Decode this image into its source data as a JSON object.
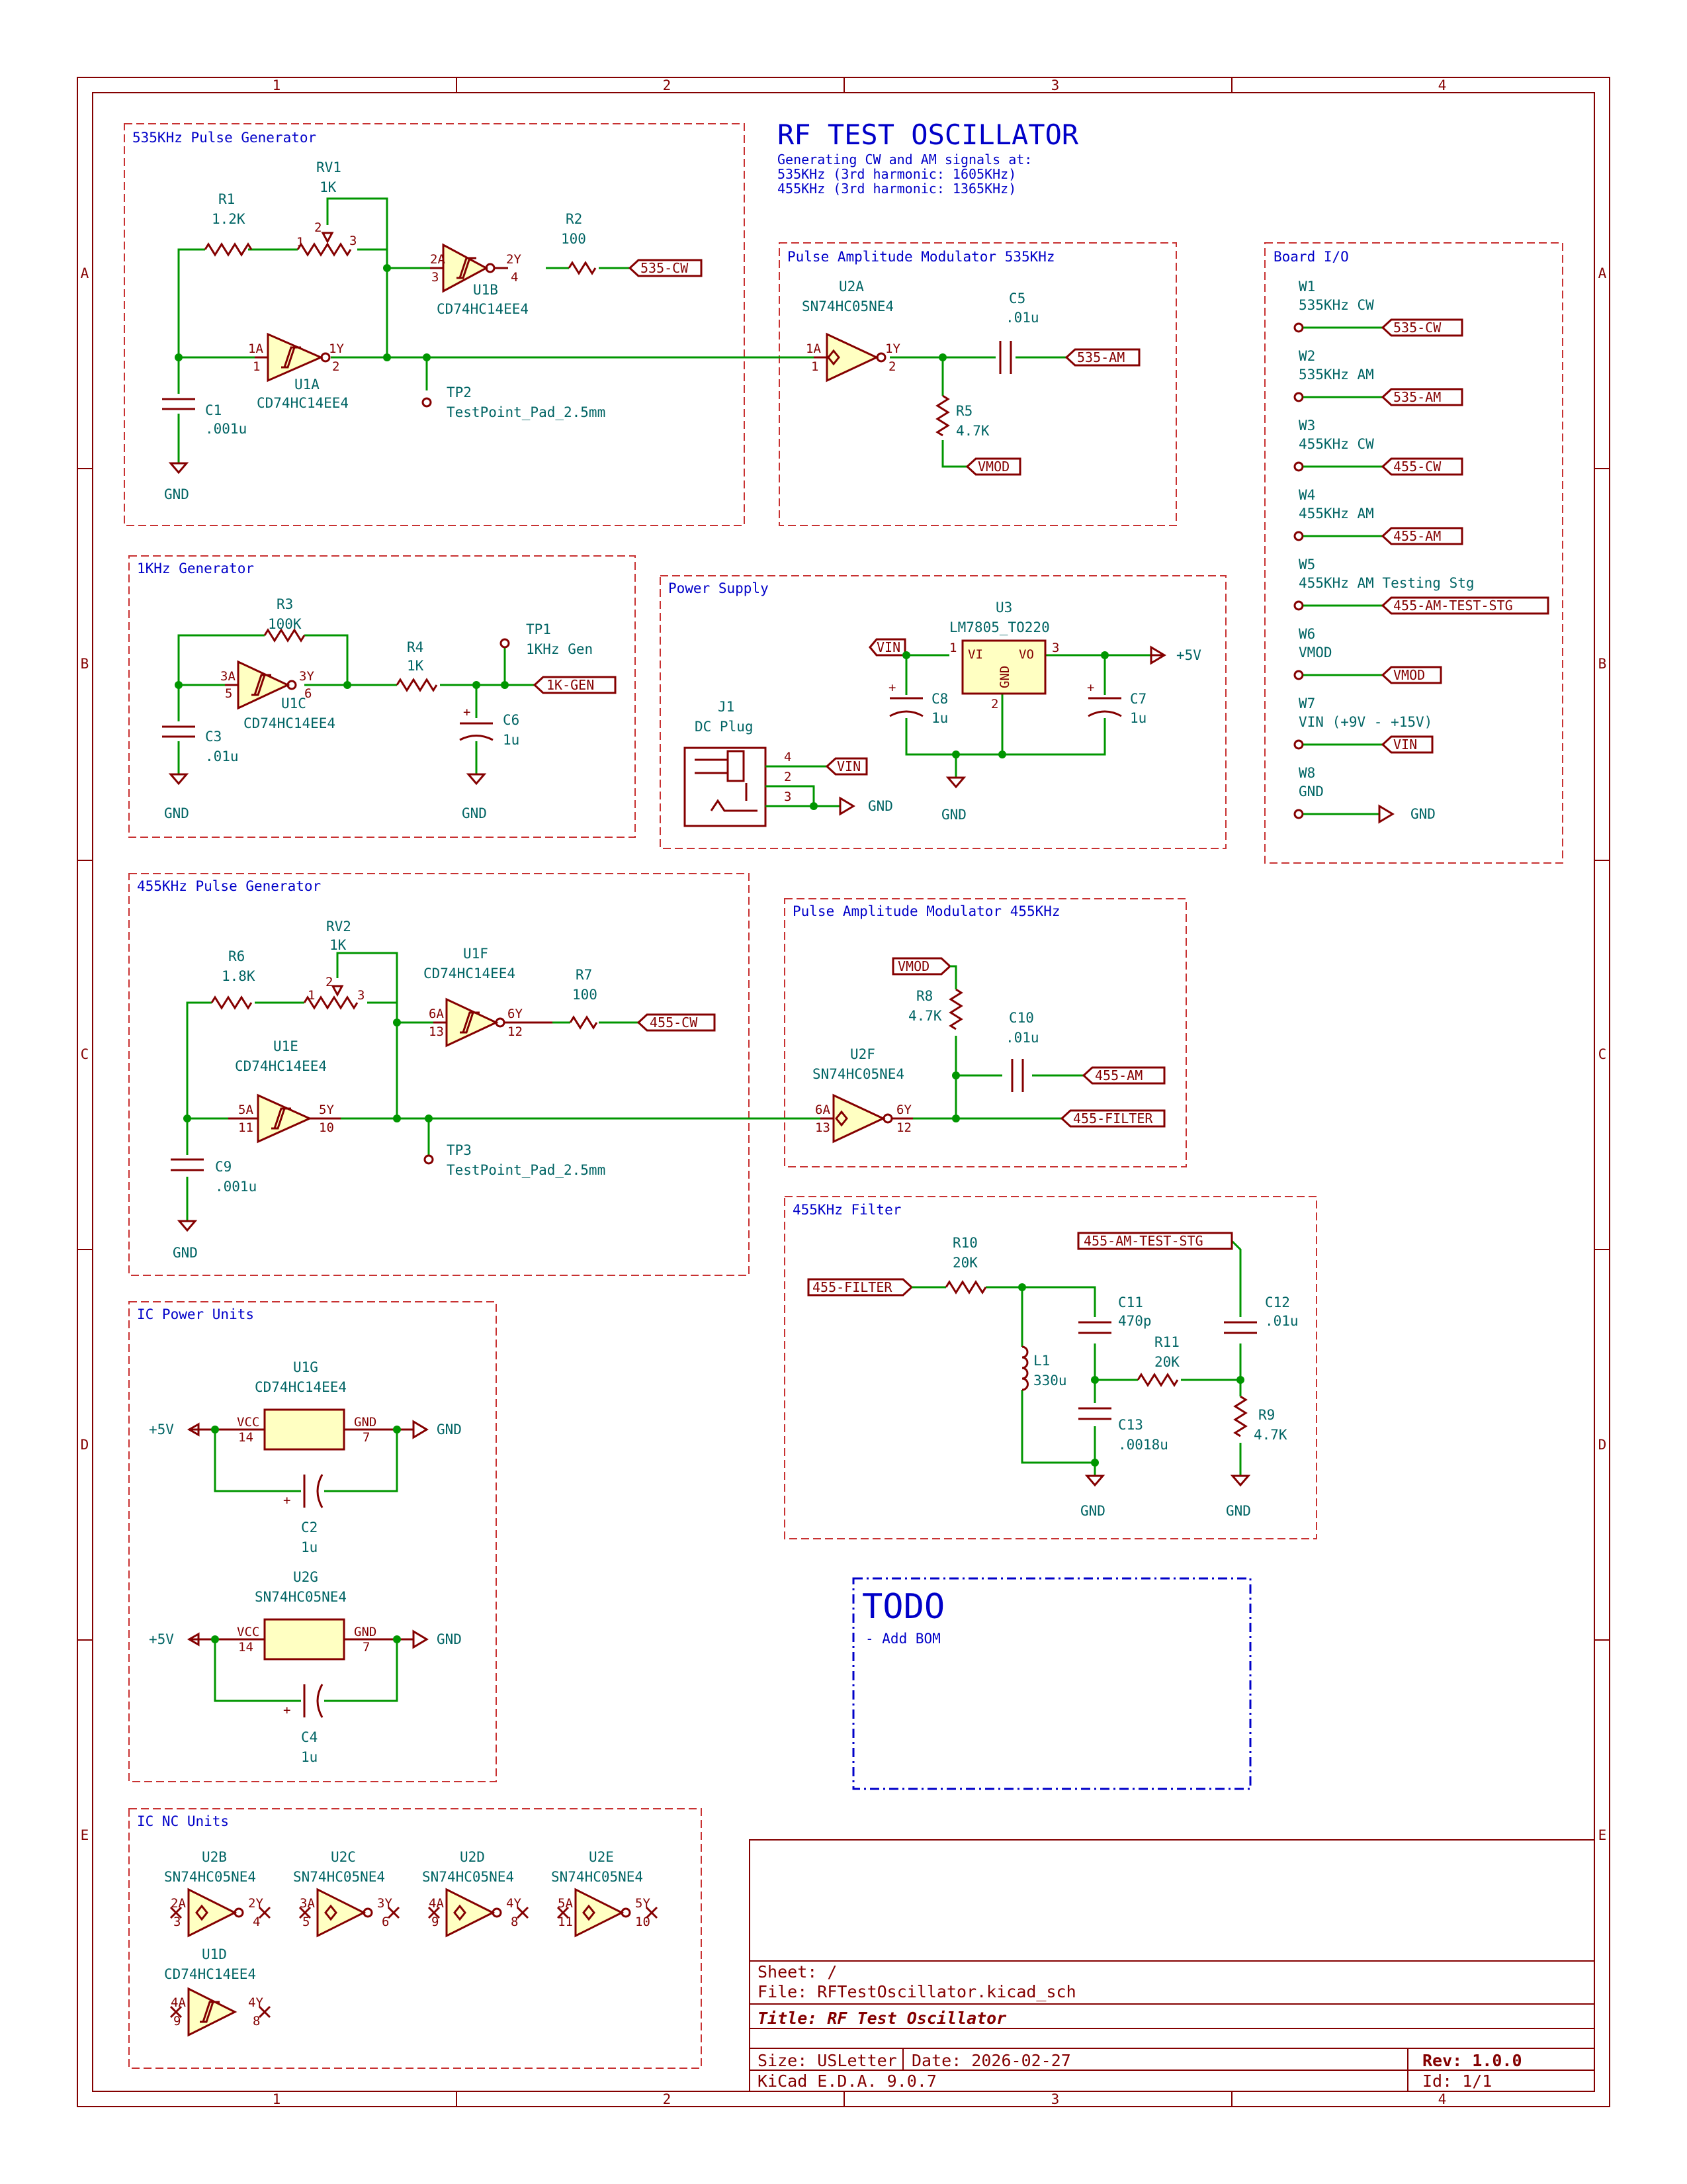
{
  "title_block": {
    "main_title": "RF TEST OSCILLATOR",
    "subtitle_lines": [
      "Generating CW and AM signals at:",
      "535KHz (3rd harmonic: 1605KHz)",
      "455KHz (3rd harmonic: 1365KHz)"
    ],
    "sheet": "Sheet: /",
    "file": "File: RFTestOscillator.kicad_sch",
    "title": "Title: RF Test Oscillator",
    "size": "Size: USLetter",
    "date": "Date: 2026-02-27",
    "rev": "Rev: 1.0.0",
    "tool": "KiCad E.D.A. 9.0.7",
    "id": "Id: 1/1"
  },
  "border": {
    "columns": [
      "1",
      "2",
      "3",
      "4"
    ],
    "rows": [
      "A",
      "B",
      "C",
      "D",
      "E"
    ]
  },
  "sections": {
    "s535": "535KHz Pulse Generator",
    "pam535": "Pulse Amplitude Modulator 535KHz",
    "board_io": "Board I/O",
    "gen1k": "1KHz Generator",
    "power": "Power Supply",
    "s455": "455KHz Pulse Generator",
    "pam455": "Pulse Amplitude Modulator 455KHz",
    "filter": "455KHz Filter",
    "icpower": "IC Power Units",
    "icnc": "IC NC Units"
  },
  "todo": {
    "title": "TODO",
    "item": "- Add BOM"
  },
  "labels": {
    "cw535": "535-CW",
    "am535": "535-AM",
    "vmod": "VMOD",
    "gen1k": "1K-GEN",
    "vin": "VIN",
    "cw455": "455-CW",
    "am455": "455-AM",
    "filt455": "455-FILTER",
    "amtest": "455-AM-TEST-STG",
    "gnd": "GND",
    "p5v": "+5V"
  },
  "board_io": [
    {
      "ref": "W1",
      "desc": "535KHz CW",
      "label": "535-CW"
    },
    {
      "ref": "W2",
      "desc": "535KHz AM",
      "label": "535-AM"
    },
    {
      "ref": "W3",
      "desc": "455KHz CW",
      "label": "455-CW"
    },
    {
      "ref": "W4",
      "desc": "455KHz AM",
      "label": "455-AM"
    },
    {
      "ref": "W5",
      "desc": "455KHz AM Testing Stg",
      "label": "455-AM-TEST-STG"
    },
    {
      "ref": "W6",
      "desc": "VMOD",
      "label": "VMOD"
    },
    {
      "ref": "W7",
      "desc": "VIN (+9V - +15V)",
      "label": "VIN"
    },
    {
      "ref": "W8",
      "desc": "GND",
      "label": "GND"
    }
  ],
  "parts": {
    "R1": {
      "ref": "R1",
      "val": "1.2K"
    },
    "RV1": {
      "ref": "RV1",
      "val": "1K"
    },
    "R2": {
      "ref": "R2",
      "val": "100"
    },
    "U1A": {
      "ref": "U1A",
      "val": "CD74HC14EE4"
    },
    "U1B": {
      "ref": "U1B",
      "val": "CD74HC14EE4"
    },
    "C1": {
      "ref": "C1",
      "val": ".001u"
    },
    "TP2": {
      "ref": "TP2",
      "val": "TestPoint_Pad_2.5mm"
    },
    "U2A": {
      "ref": "U2A",
      "val": "SN74HC05NE4"
    },
    "C5": {
      "ref": "C5",
      "val": ".01u"
    },
    "R5": {
      "ref": "R5",
      "val": "4.7K"
    },
    "R3": {
      "ref": "R3",
      "val": "100K"
    },
    "R4": {
      "ref": "R4",
      "val": "1K"
    },
    "TP1": {
      "ref": "TP1",
      "val": "1KHz Gen"
    },
    "U1C": {
      "ref": "U1C",
      "val": "CD74HC14EE4"
    },
    "C3": {
      "ref": "C3",
      "val": ".01u"
    },
    "C6": {
      "ref": "C6",
      "val": "1u"
    },
    "U3": {
      "ref": "U3",
      "val": "LM7805_TO220"
    },
    "C8": {
      "ref": "C8",
      "val": "1u"
    },
    "C7": {
      "ref": "C7",
      "val": "1u"
    },
    "J1": {
      "ref": "J1",
      "val": "DC Plug"
    },
    "R6": {
      "ref": "R6",
      "val": "1.8K"
    },
    "RV2": {
      "ref": "RV2",
      "val": "1K"
    },
    "U1F": {
      "ref": "U1F",
      "val": "CD74HC14EE4"
    },
    "R7": {
      "ref": "R7",
      "val": "100"
    },
    "U1E": {
      "ref": "U1E",
      "val": "CD74HC14EE4"
    },
    "C9": {
      "ref": "C9",
      "val": ".001u"
    },
    "TP3": {
      "ref": "TP3",
      "val": "TestPoint_Pad_2.5mm"
    },
    "R8": {
      "ref": "R8",
      "val": "4.7K"
    },
    "C10": {
      "ref": "C10",
      "val": ".01u"
    },
    "U2F": {
      "ref": "U2F",
      "val": "SN74HC05NE4"
    },
    "R10": {
      "ref": "R10",
      "val": "20K"
    },
    "C11": {
      "ref": "C11",
      "val": "470p"
    },
    "C12": {
      "ref": "C12",
      "val": ".01u"
    },
    "L1": {
      "ref": "L1",
      "val": "330u"
    },
    "R11": {
      "ref": "R11",
      "val": "20K"
    },
    "C13": {
      "ref": "C13",
      "val": ".0018u"
    },
    "R9": {
      "ref": "R9",
      "val": "4.7K"
    },
    "U1G": {
      "ref": "U1G",
      "val": "CD74HC14EE4"
    },
    "C2": {
      "ref": "C2",
      "val": "1u"
    },
    "U2G": {
      "ref": "U2G",
      "val": "SN74HC05NE4"
    },
    "C4": {
      "ref": "C4",
      "val": "1u"
    },
    "U2B": {
      "ref": "U2B",
      "val": "SN74HC05NE4"
    },
    "U2C": {
      "ref": "U2C",
      "val": "SN74HC05NE4"
    },
    "U2D": {
      "ref": "U2D",
      "val": "SN74HC05NE4"
    },
    "U2E": {
      "ref": "U2E",
      "val": "SN74HC05NE4"
    },
    "U1D": {
      "ref": "U1D",
      "val": "CD74HC14EE4"
    }
  },
  "pins": {
    "n1": "1",
    "n2": "2",
    "n3": "3",
    "n4": "4",
    "n5": "5",
    "n6": "6",
    "n7": "7",
    "n8": "8",
    "n9": "9",
    "n10": "10",
    "n11": "11",
    "n12": "12",
    "n13": "13",
    "n14": "14",
    "a1": "1A",
    "y1": "1Y",
    "a2": "2A",
    "y2": "2Y",
    "a3": "3A",
    "y3": "3Y",
    "a4": "4A",
    "y4": "4Y",
    "a5": "5A",
    "y5": "5Y",
    "a6": "6A",
    "y6": "6Y",
    "vi": "VI",
    "vo": "VO",
    "gnd": "GND",
    "vcc": "VCC",
    "plus": "+"
  }
}
